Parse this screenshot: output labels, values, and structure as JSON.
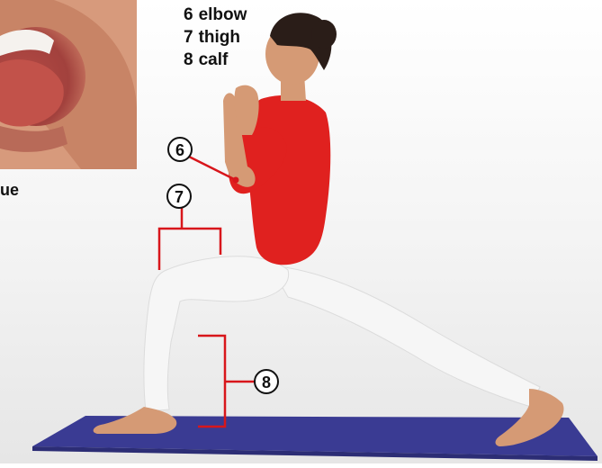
{
  "legend": [
    {
      "num": "6",
      "word": "elbow"
    },
    {
      "num": "7",
      "word": "thigh"
    },
    {
      "num": "8",
      "word": "calf"
    }
  ],
  "tongue_caption": "ue",
  "callouts": [
    "6",
    "7",
    "8"
  ],
  "colors": {
    "accent": "#d8161b",
    "mat": "#3a3b93",
    "shirt": "#e0211f",
    "pants": "#f6f6f6",
    "skin": "#d59a75",
    "mouth": "#9b3b3a"
  }
}
